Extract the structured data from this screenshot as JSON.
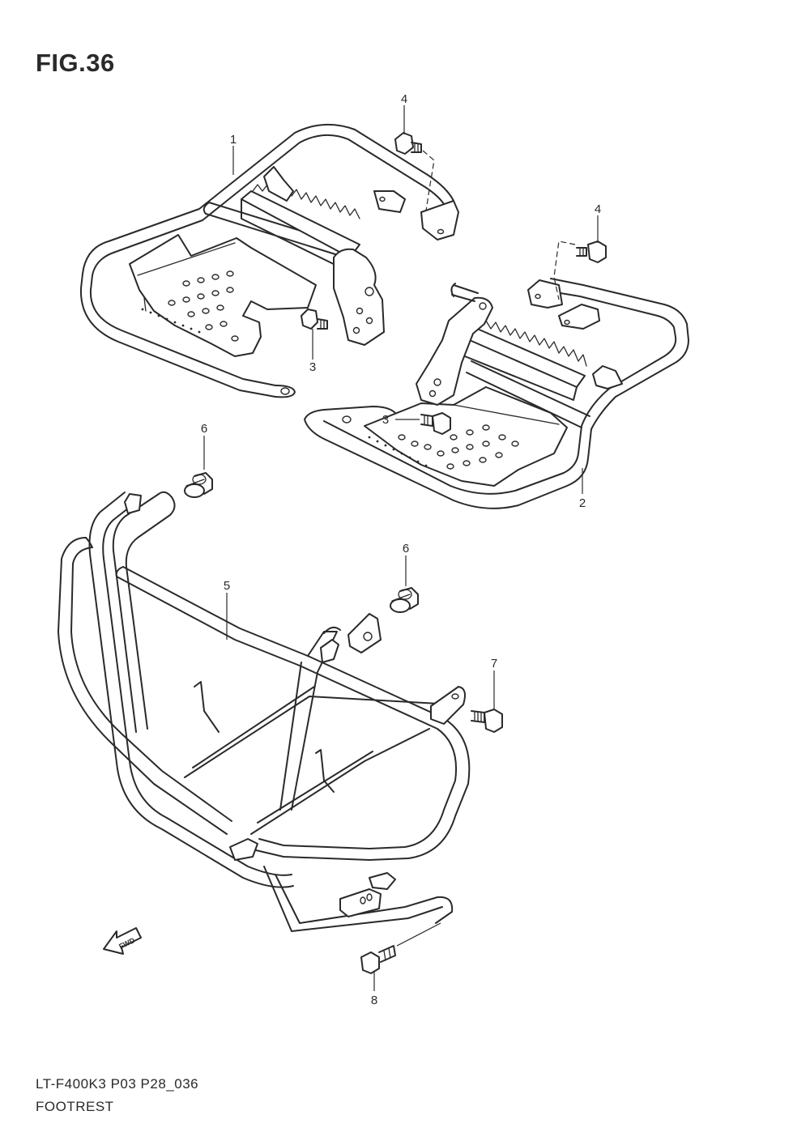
{
  "figure": {
    "title": "FIG.36",
    "model_code": "LT-F400K3 P03 P28_036",
    "section_name": "FOOTREST"
  },
  "callouts": {
    "c1": "1",
    "c2": "2",
    "c3a": "3",
    "c3b": "3",
    "c4a": "4",
    "c4b": "4",
    "c5": "5",
    "c6a": "6",
    "c6b": "6",
    "c7": "7",
    "c8": "8"
  },
  "direction_indicator": {
    "label": "FWD"
  }
}
